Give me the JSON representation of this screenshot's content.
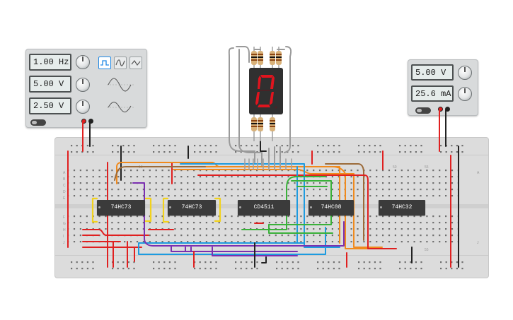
{
  "function_generator": {
    "frequency": "1.00 Hz",
    "amplitude": "5.00 V",
    "dc_offset": "2.50 V",
    "waveforms": [
      "square-wave-icon",
      "triangle-wave-icon",
      "sine-wave-icon"
    ],
    "selected_waveform": "square"
  },
  "power_supply": {
    "voltage": "5.00 V",
    "current": "25.6 mA"
  },
  "chips": {
    "u1": "74HC73",
    "u2": "74HC73",
    "u3": "CD4511",
    "u4": "74HC08",
    "u5": "74HC32"
  },
  "display": {
    "digit": "0",
    "segment_color": "#e0141e"
  },
  "breadboard": {
    "column_labels": [
      "10",
      "50",
      "55"
    ],
    "row_labels_top": [
      "A",
      "B",
      "C",
      "D",
      "E"
    ],
    "row_labels_bottom": [
      "F",
      "G",
      "H",
      "I",
      "J"
    ]
  },
  "colors": {
    "wire_red": "#e02020",
    "wire_black": "#222222",
    "wire_yellow": "#f2d21b",
    "wire_orange": "#f08a1d",
    "wire_blue": "#1e9be0",
    "wire_purple": "#7b2fb0",
    "wire_green": "#3ab13a",
    "wire_brown": "#9b6b3a"
  }
}
